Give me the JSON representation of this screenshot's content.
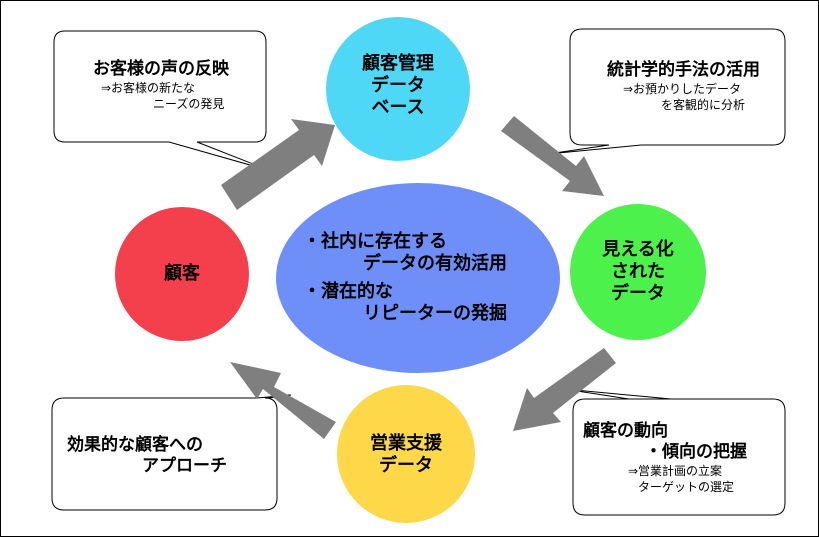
{
  "nodes": {
    "database": [
      "顧客管理",
      "データ",
      "ベース"
    ],
    "visualized": [
      "見える化",
      "された",
      "データ"
    ],
    "support": [
      "営業支援",
      "データ"
    ],
    "customer": [
      "顧客"
    ]
  },
  "center": {
    "line1": "・社内に存在する",
    "line2": "データの有効活用",
    "line3": "・潜在的な",
    "line4": "リピーターの発掘"
  },
  "callouts": {
    "voice": {
      "title": "お客様の声の反映",
      "sub1": "⇒お客様の新たな",
      "sub2": "ニーズの発見"
    },
    "stats": {
      "title": "統計学的手法の活用",
      "sub1": "⇒お預かりしたデータ",
      "sub2": "を客観的に分析"
    },
    "trend": {
      "title1": "顧客の動向",
      "title2": "・傾向の把握",
      "sub1": "⇒営業計画の立案",
      "sub2": "ターゲットの選定"
    },
    "approach": {
      "title1": "効果的な顧客への",
      "title2": "アプローチ"
    }
  },
  "colors": {
    "database": "#4fd8f6",
    "visualized": "#4cf24b",
    "support": "#ffd84a",
    "customer": "#f4404c",
    "center": "#6f8ff8",
    "arrow": "#7f7f7f"
  }
}
